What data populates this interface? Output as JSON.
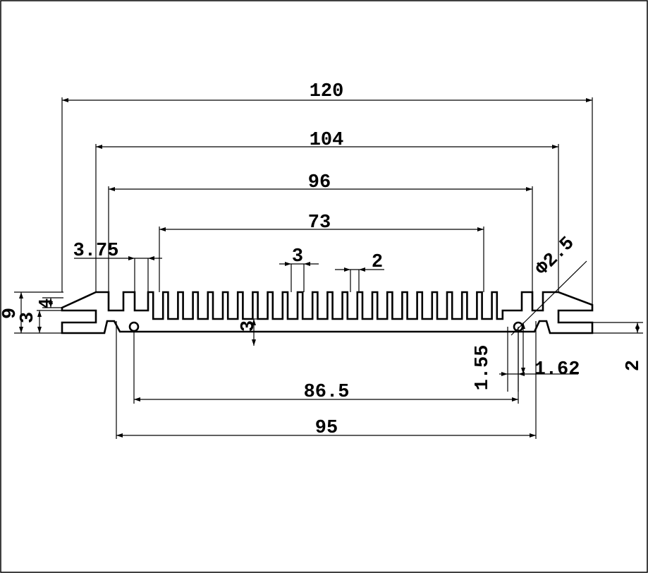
{
  "drawing": {
    "dimensions": {
      "overall_width": "120",
      "outer_flange_width": "104",
      "inner_flange_width": "96",
      "fin_span": "73",
      "edge_offset": "3.75",
      "fin_gap": "3",
      "fin_thickness": "2",
      "hole_diameter": "Φ2.5",
      "total_height": "9",
      "base_height": "3",
      "lip_height": "4",
      "base_thickness": "3",
      "slot_depth": "2",
      "hole_offset_vertical": "1.55",
      "hole_offset_horizontal": "1.62",
      "hole_spacing": "86.5",
      "slot_spacing": "95"
    }
  }
}
